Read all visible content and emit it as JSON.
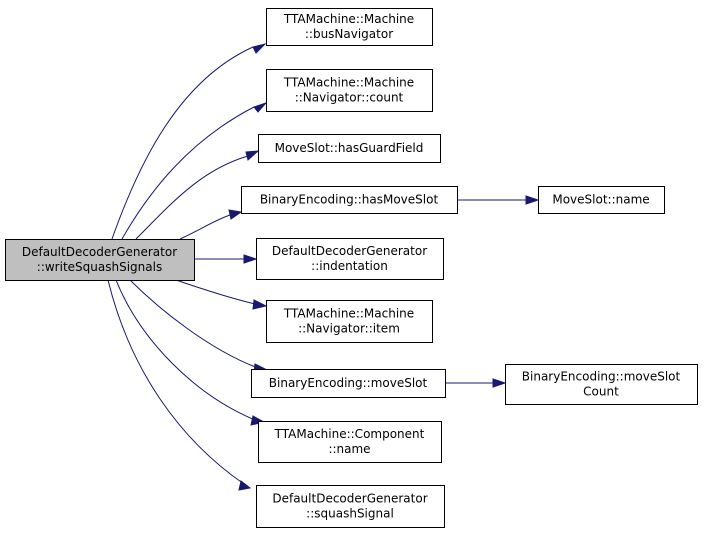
{
  "graph": {
    "root": "writeSquashSignals",
    "colors": {
      "edge": "#191970",
      "root_fill": "#bfbfbf",
      "node_fill": "#ffffff",
      "node_stroke": "#000000"
    },
    "nodes": [
      {
        "id": "writeSquashSignals",
        "lines": [
          "DefaultDecoderGenerator",
          "::writeSquashSignals"
        ]
      },
      {
        "id": "busNavigator",
        "lines": [
          "TTAMachine::Machine",
          "::busNavigator"
        ]
      },
      {
        "id": "navCount",
        "lines": [
          "TTAMachine::Machine",
          "::Navigator::count"
        ]
      },
      {
        "id": "hasGuardField",
        "lines": [
          "MoveSlot::hasGuardField"
        ]
      },
      {
        "id": "hasMoveSlot",
        "lines": [
          "BinaryEncoding::hasMoveSlot"
        ]
      },
      {
        "id": "moveSlotName",
        "lines": [
          "MoveSlot::name"
        ]
      },
      {
        "id": "indentation",
        "lines": [
          "DefaultDecoderGenerator",
          "::indentation"
        ]
      },
      {
        "id": "navItem",
        "lines": [
          "TTAMachine::Machine",
          "::Navigator::item"
        ]
      },
      {
        "id": "moveSlot",
        "lines": [
          "BinaryEncoding::moveSlot"
        ]
      },
      {
        "id": "moveSlotCount",
        "lines": [
          "BinaryEncoding::moveSlot",
          "Count"
        ]
      },
      {
        "id": "componentName",
        "lines": [
          "TTAMachine::Component",
          "::name"
        ]
      },
      {
        "id": "squashSignal",
        "lines": [
          "DefaultDecoderGenerator",
          "::squashSignal"
        ]
      }
    ],
    "edges": [
      {
        "from": "writeSquashSignals",
        "to": "busNavigator"
      },
      {
        "from": "writeSquashSignals",
        "to": "navCount"
      },
      {
        "from": "writeSquashSignals",
        "to": "hasGuardField"
      },
      {
        "from": "writeSquashSignals",
        "to": "hasMoveSlot"
      },
      {
        "from": "writeSquashSignals",
        "to": "indentation"
      },
      {
        "from": "writeSquashSignals",
        "to": "navItem"
      },
      {
        "from": "writeSquashSignals",
        "to": "moveSlot"
      },
      {
        "from": "writeSquashSignals",
        "to": "componentName"
      },
      {
        "from": "writeSquashSignals",
        "to": "squashSignal"
      },
      {
        "from": "hasMoveSlot",
        "to": "moveSlotName"
      },
      {
        "from": "moveSlot",
        "to": "moveSlotCount"
      }
    ]
  }
}
